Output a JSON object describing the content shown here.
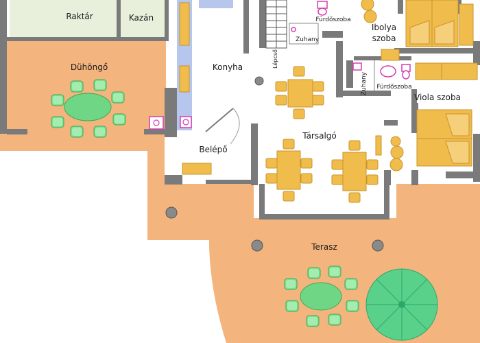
{
  "rooms": {
    "raktar": "Raktár",
    "kazan": "Kazán",
    "duhongo": "Dühöngő",
    "konyha": "Konyha",
    "lepcso": "Lépcső",
    "furdo1": "Fürdőszoba",
    "zuhany1": "Zuhany",
    "ibolya_line1": "Ibolya",
    "ibolya_line2": "szoba",
    "zuhany2": "Zuhany",
    "furdo2": "Fürdőszoba",
    "viola": "Viola szoba",
    "belepo": "Belépő",
    "tarsalgo": "Társalgó",
    "terasz": "Terasz"
  },
  "colors": {
    "terrace": "#f4b47e",
    "storage": "#e8f0dc",
    "wall": "#7a7a7a",
    "furniture": "#f0bd4c",
    "furniture_stroke": "#c9932a",
    "garden_chair": "#7fe08f",
    "garden_table": "#6fd685",
    "kitchen_counter": "#b7c6ec",
    "bath_fixture": "#d63bb0",
    "umbrella": "#3ed68c",
    "column": "#8a8a8a"
  }
}
